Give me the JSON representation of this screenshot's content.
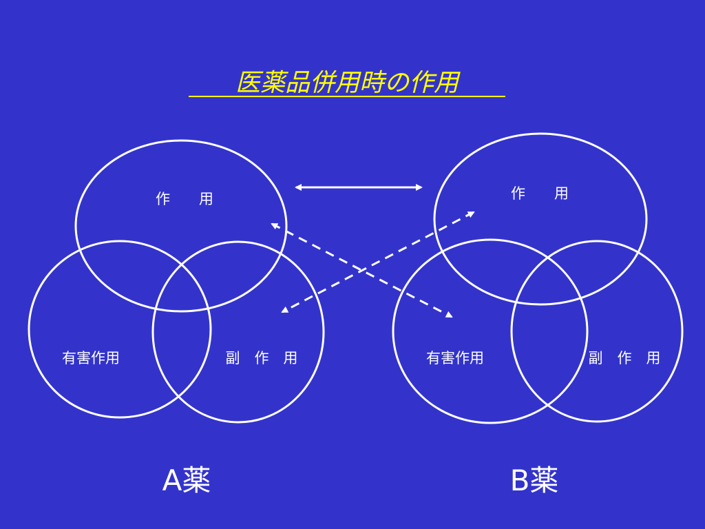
{
  "slide": {
    "title": "医薬品併用時の作用",
    "drug_a": {
      "name": "A薬",
      "main_effect": "作　　用",
      "harmful_effect": "有害作用",
      "side_effect": "副　作　用"
    },
    "drug_b": {
      "name": "B薬",
      "main_effect": "作　　用",
      "harmful_effect": "有害作用",
      "side_effect": "副　作　用"
    }
  },
  "colors": {
    "background": "#3333cc",
    "title": "#ffff00",
    "lines": "#ffffff"
  }
}
